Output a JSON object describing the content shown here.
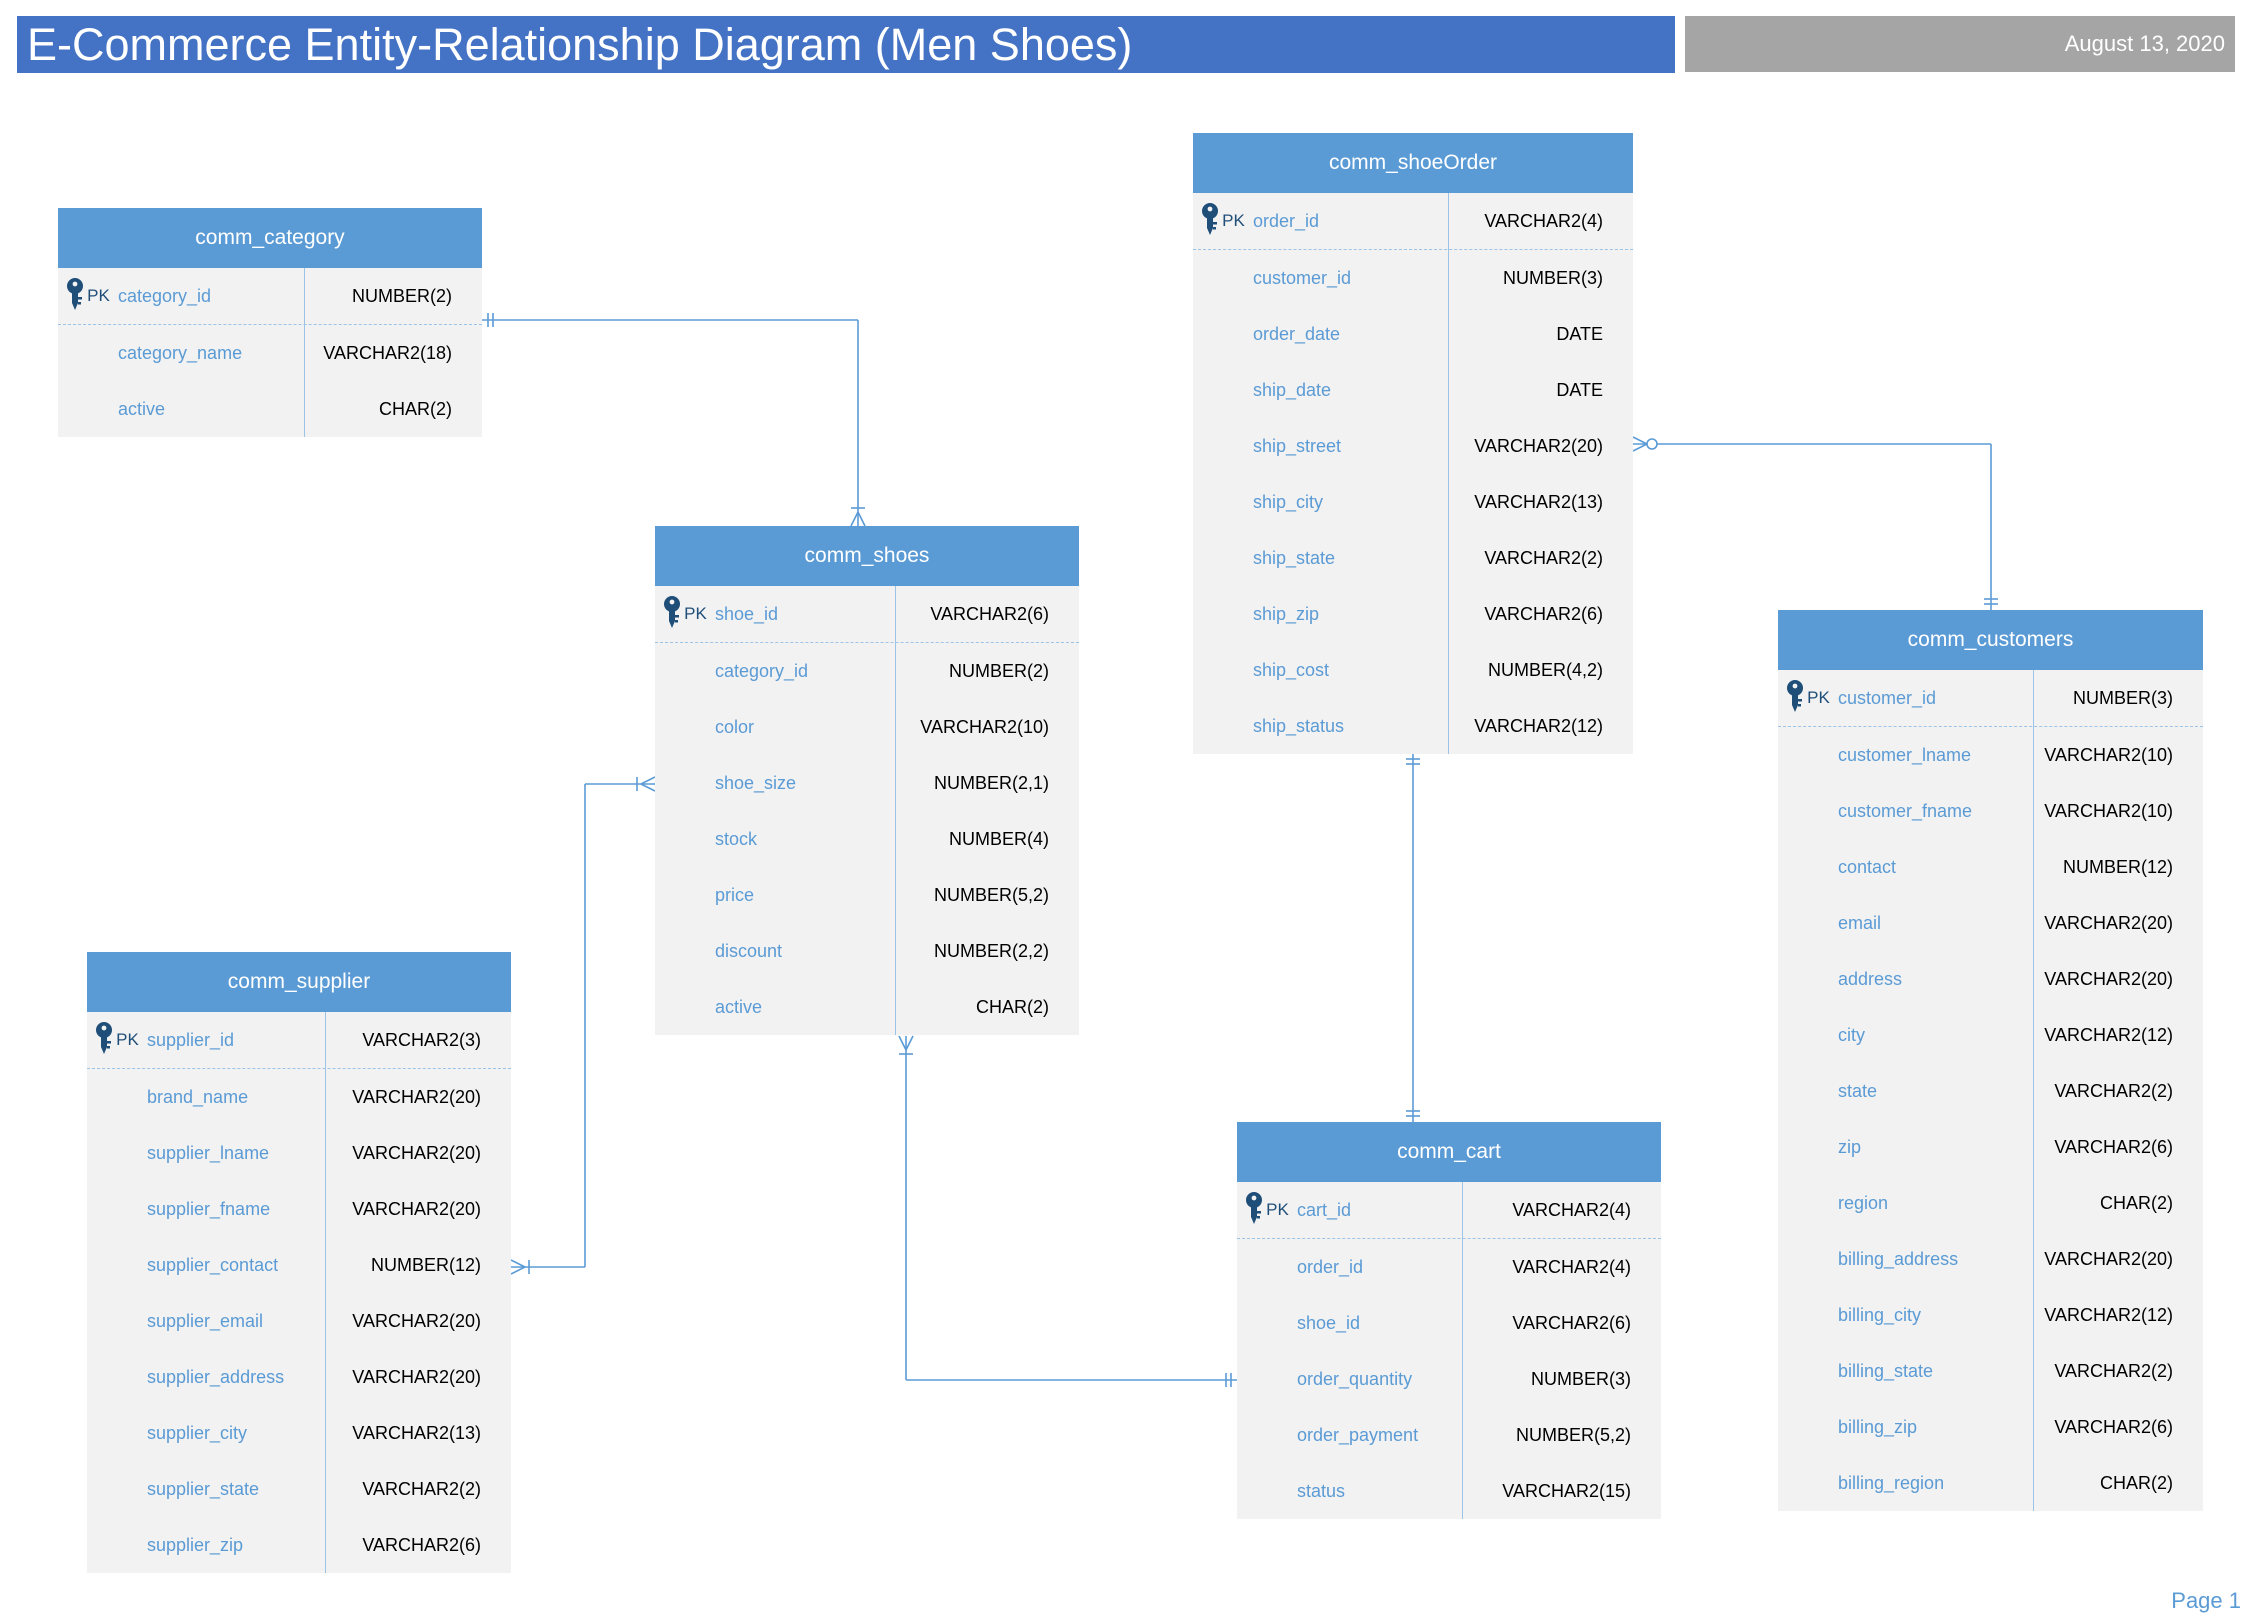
{
  "header": {
    "title": "E-Commerce Entity-Relationship Diagram (Men Shoes)",
    "date": "August 13, 2020"
  },
  "footer": {
    "page": "Page 1"
  },
  "colors": {
    "title_bar": "#4472c4",
    "date_bar": "#a5a5a5",
    "entity_header": "#5b9bd5",
    "entity_body": "#f2f2f2",
    "field_name": "#5b9bd5",
    "key_icon": "#1f4e79",
    "connector": "#5b9bd5"
  },
  "icons": {
    "primary_key": "key-icon"
  },
  "entities": [
    {
      "id": "comm_category",
      "name": "comm_category",
      "fields": [
        {
          "key": "PK",
          "name": "category_id",
          "type": "NUMBER(2)"
        },
        {
          "key": "",
          "name": "category_name",
          "type": "VARCHAR2(18)"
        },
        {
          "key": "",
          "name": "active",
          "type": "CHAR(2)"
        }
      ]
    },
    {
      "id": "comm_shoes",
      "name": "comm_shoes",
      "fields": [
        {
          "key": "PK",
          "name": "shoe_id",
          "type": "VARCHAR2(6)"
        },
        {
          "key": "",
          "name": "category_id",
          "type": "NUMBER(2)"
        },
        {
          "key": "",
          "name": "color",
          "type": "VARCHAR2(10)"
        },
        {
          "key": "",
          "name": "shoe_size",
          "type": "NUMBER(2,1)"
        },
        {
          "key": "",
          "name": "stock",
          "type": "NUMBER(4)"
        },
        {
          "key": "",
          "name": "price",
          "type": "NUMBER(5,2)"
        },
        {
          "key": "",
          "name": "discount",
          "type": "NUMBER(2,2)"
        },
        {
          "key": "",
          "name": "active",
          "type": "CHAR(2)"
        }
      ]
    },
    {
      "id": "comm_shoeOrder",
      "name": "comm_shoeOrder",
      "fields": [
        {
          "key": "PK",
          "name": "order_id",
          "type": "VARCHAR2(4)"
        },
        {
          "key": "",
          "name": "customer_id",
          "type": "NUMBER(3)"
        },
        {
          "key": "",
          "name": "order_date",
          "type": "DATE"
        },
        {
          "key": "",
          "name": "ship_date",
          "type": "DATE"
        },
        {
          "key": "",
          "name": "ship_street",
          "type": "VARCHAR2(20)"
        },
        {
          "key": "",
          "name": "ship_city",
          "type": "VARCHAR2(13)"
        },
        {
          "key": "",
          "name": "ship_state",
          "type": "VARCHAR2(2)"
        },
        {
          "key": "",
          "name": "ship_zip",
          "type": "VARCHAR2(6)"
        },
        {
          "key": "",
          "name": "ship_cost",
          "type": "NUMBER(4,2)"
        },
        {
          "key": "",
          "name": "ship_status",
          "type": "VARCHAR2(12)"
        }
      ]
    },
    {
      "id": "comm_customers",
      "name": "comm_customers",
      "fields": [
        {
          "key": "PK",
          "name": "customer_id",
          "type": "NUMBER(3)"
        },
        {
          "key": "",
          "name": "customer_lname",
          "type": "VARCHAR2(10)"
        },
        {
          "key": "",
          "name": "customer_fname",
          "type": "VARCHAR2(10)"
        },
        {
          "key": "",
          "name": "contact",
          "type": "NUMBER(12)"
        },
        {
          "key": "",
          "name": "email",
          "type": "VARCHAR2(20)"
        },
        {
          "key": "",
          "name": "address",
          "type": "VARCHAR2(20)"
        },
        {
          "key": "",
          "name": "city",
          "type": "VARCHAR2(12)"
        },
        {
          "key": "",
          "name": "state",
          "type": "VARCHAR2(2)"
        },
        {
          "key": "",
          "name": "zip",
          "type": "VARCHAR2(6)"
        },
        {
          "key": "",
          "name": "region",
          "type": "CHAR(2)"
        },
        {
          "key": "",
          "name": "billing_address",
          "type": "VARCHAR2(20)"
        },
        {
          "key": "",
          "name": "billing_city",
          "type": "VARCHAR2(12)"
        },
        {
          "key": "",
          "name": "billing_state",
          "type": "VARCHAR2(2)"
        },
        {
          "key": "",
          "name": "billing_zip",
          "type": "VARCHAR2(6)"
        },
        {
          "key": "",
          "name": "billing_region",
          "type": "CHAR(2)"
        }
      ]
    },
    {
      "id": "comm_supplier",
      "name": "comm_supplier",
      "fields": [
        {
          "key": "PK",
          "name": "supplier_id",
          "type": "VARCHAR2(3)"
        },
        {
          "key": "",
          "name": "brand_name",
          "type": "VARCHAR2(20)"
        },
        {
          "key": "",
          "name": "supplier_lname",
          "type": "VARCHAR2(20)"
        },
        {
          "key": "",
          "name": "supplier_fname",
          "type": "VARCHAR2(20)"
        },
        {
          "key": "",
          "name": "supplier_contact",
          "type": "NUMBER(12)"
        },
        {
          "key": "",
          "name": "supplier_email",
          "type": "VARCHAR2(20)"
        },
        {
          "key": "",
          "name": "supplier_address",
          "type": "VARCHAR2(20)"
        },
        {
          "key": "",
          "name": "supplier_city",
          "type": "VARCHAR2(13)"
        },
        {
          "key": "",
          "name": "supplier_state",
          "type": "VARCHAR2(2)"
        },
        {
          "key": "",
          "name": "supplier_zip",
          "type": "VARCHAR2(6)"
        }
      ]
    },
    {
      "id": "comm_cart",
      "name": "comm_cart",
      "fields": [
        {
          "key": "PK",
          "name": "cart_id",
          "type": "VARCHAR2(4)"
        },
        {
          "key": "",
          "name": "order_id",
          "type": "VARCHAR2(4)"
        },
        {
          "key": "",
          "name": "shoe_id",
          "type": "VARCHAR2(6)"
        },
        {
          "key": "",
          "name": "order_quantity",
          "type": "NUMBER(3)"
        },
        {
          "key": "",
          "name": "order_payment",
          "type": "NUMBER(5,2)"
        },
        {
          "key": "",
          "name": "status",
          "type": "VARCHAR2(15)"
        }
      ]
    }
  ],
  "relationships": [
    {
      "from": "comm_category",
      "to": "comm_shoes",
      "from_end": "one-and-only-one",
      "to_end": "one-or-many"
    },
    {
      "from": "comm_shoeOrder",
      "to": "comm_customers",
      "from_end": "zero-or-many",
      "to_end": "one-and-only-one"
    },
    {
      "from": "comm_supplier",
      "to": "comm_shoes",
      "from_end": "one-or-many",
      "to_end": "one-or-many"
    },
    {
      "from": "comm_shoes",
      "to": "comm_cart",
      "from_end": "one-or-many",
      "to_end": "one-and-only-one"
    },
    {
      "from": "comm_shoeOrder",
      "to": "comm_cart",
      "from_end": "one-and-only-one",
      "to_end": "one-and-only-one"
    }
  ]
}
